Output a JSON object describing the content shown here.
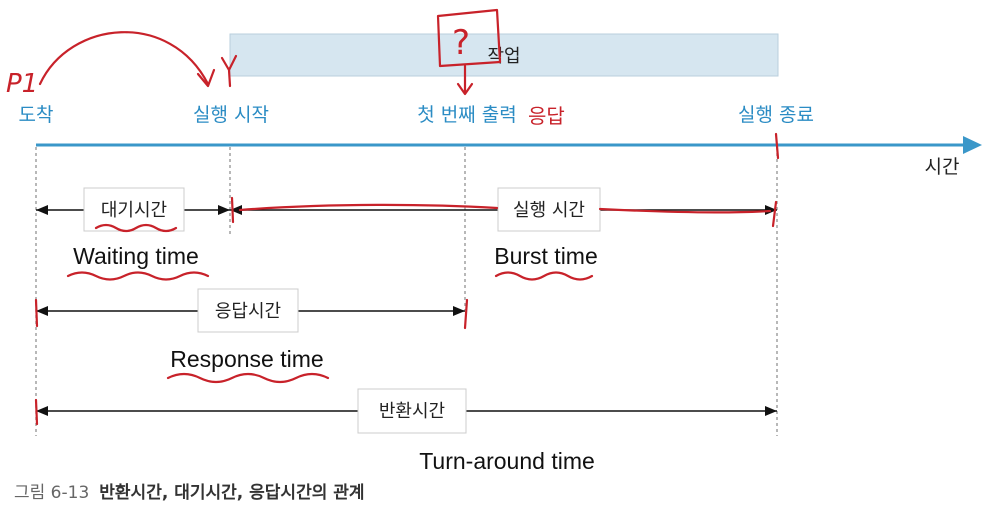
{
  "diagram": {
    "task_bar_label": "작업",
    "events": {
      "arrival": "도착",
      "exec_start": "실행 시작",
      "first_output": "첫 번째 출력",
      "exec_end": "실행 종료"
    },
    "time_axis_label": "시간",
    "spans": {
      "waiting": {
        "label": "대기시간",
        "english": "Waiting time"
      },
      "burst": {
        "label": "실행 시간",
        "english": "Burst time"
      },
      "response": {
        "label": "응답시간",
        "english": "Response time"
      },
      "turnaround": {
        "label": "반환시간",
        "english": "Turn-around time"
      }
    },
    "annotations": {
      "arrival_mark": "P1",
      "question_mark": "?",
      "response_note": "응답"
    },
    "colors": {
      "axis": "#3a97c9",
      "event_label": "#2b8cc4",
      "task_bar_fill": "#d6e6f0",
      "handwriting": "#c8222a"
    }
  },
  "caption": {
    "figure_number": "그림 6-13",
    "text": "반환시간, 대기시간, 응답시간의 관계"
  }
}
